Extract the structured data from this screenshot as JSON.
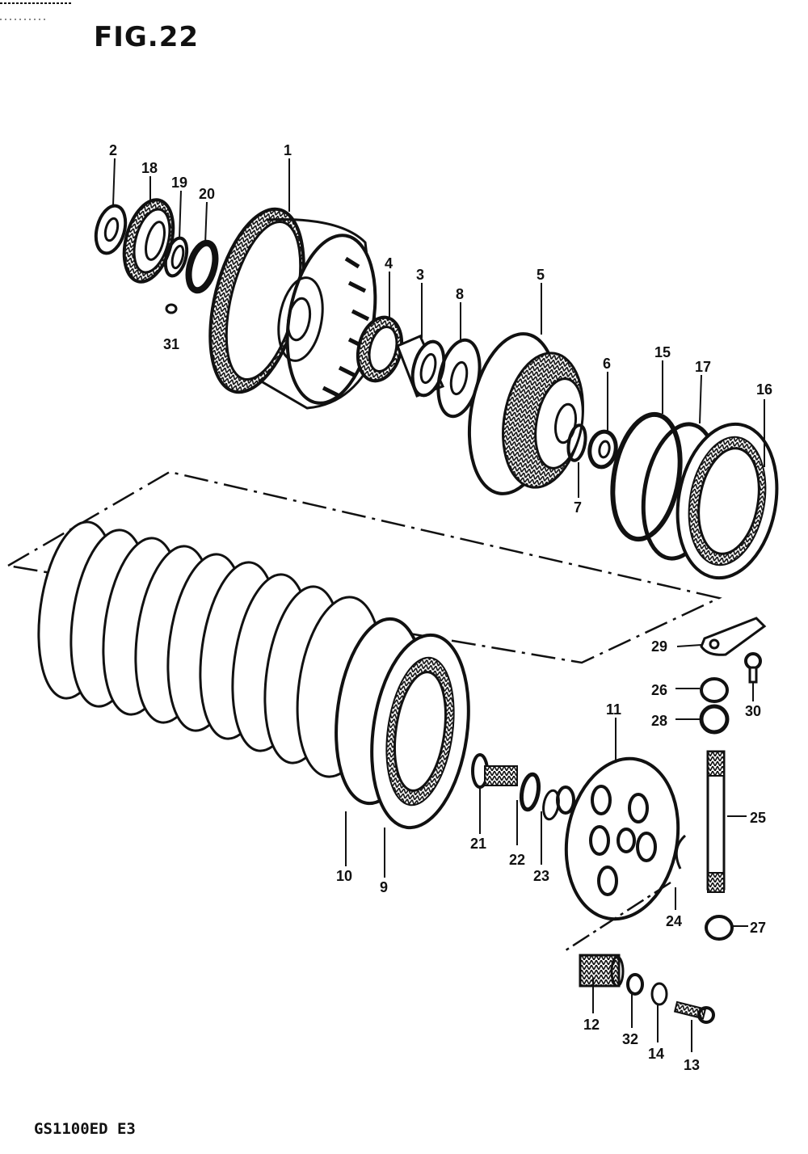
{
  "figure": {
    "title": "FIG.22",
    "model_code": "GS1100ED E3"
  },
  "callouts": [
    {
      "id": "c1",
      "label": "1"
    },
    {
      "id": "c2",
      "label": "2"
    },
    {
      "id": "c3",
      "label": "3"
    },
    {
      "id": "c4",
      "label": "4"
    },
    {
      "id": "c5",
      "label": "5"
    },
    {
      "id": "c6",
      "label": "6"
    },
    {
      "id": "c7",
      "label": "7"
    },
    {
      "id": "c8",
      "label": "8"
    },
    {
      "id": "c9",
      "label": "9"
    },
    {
      "id": "c10",
      "label": "10"
    },
    {
      "id": "c11",
      "label": "11"
    },
    {
      "id": "c12",
      "label": "12"
    },
    {
      "id": "c13",
      "label": "13"
    },
    {
      "id": "c14",
      "label": "14"
    },
    {
      "id": "c15",
      "label": "15"
    },
    {
      "id": "c16",
      "label": "16"
    },
    {
      "id": "c17",
      "label": "17"
    },
    {
      "id": "c18",
      "label": "18"
    },
    {
      "id": "c19",
      "label": "19"
    },
    {
      "id": "c20",
      "label": "20"
    },
    {
      "id": "c21",
      "label": "21"
    },
    {
      "id": "c22",
      "label": "22"
    },
    {
      "id": "c23",
      "label": "23"
    },
    {
      "id": "c24",
      "label": "24"
    },
    {
      "id": "c25",
      "label": "25"
    },
    {
      "id": "c26",
      "label": "26"
    },
    {
      "id": "c27",
      "label": "27"
    },
    {
      "id": "c28",
      "label": "28"
    },
    {
      "id": "c29",
      "label": "29"
    },
    {
      "id": "c30",
      "label": "30"
    },
    {
      "id": "c31",
      "label": "31"
    },
    {
      "id": "c32",
      "label": "32"
    }
  ]
}
